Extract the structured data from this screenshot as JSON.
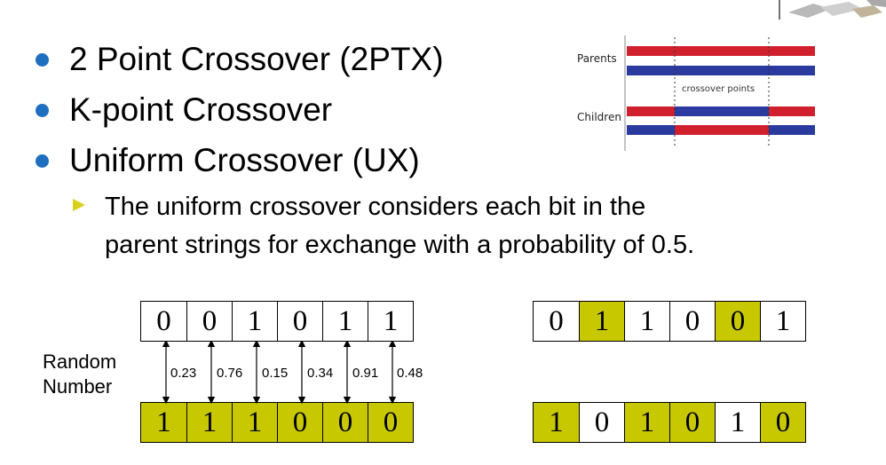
{
  "bullets": [
    {
      "text": "2 Point Crossover (2PTX)"
    },
    {
      "text": "K-point Crossover"
    },
    {
      "text": "Uniform Crossover (UX)"
    }
  ],
  "sub_bullet": {
    "line1": "The uniform crossover considers each bit in the",
    "line2": "parent strings for exchange with a probability of 0.5."
  },
  "diagram": {
    "parents_label": "Parents",
    "children_label": "Children",
    "crossover_label": "crossover points",
    "colors": {
      "red": "#d0202e",
      "blue": "#2b3a9e"
    }
  },
  "random_label": {
    "line1": "Random",
    "line2": "Number"
  },
  "random_numbers": [
    "0.23",
    "0.76",
    "0.15",
    "0.34",
    "0.91",
    "0.48"
  ],
  "colors": {
    "highlight": "#c8c800",
    "bullet": "#1e6fc0",
    "arrow": "#d8d01b"
  },
  "parent1_bits": [
    {
      "v": "0",
      "hl": false
    },
    {
      "v": "0",
      "hl": false
    },
    {
      "v": "1",
      "hl": false
    },
    {
      "v": "0",
      "hl": false
    },
    {
      "v": "1",
      "hl": false
    },
    {
      "v": "1",
      "hl": false
    }
  ],
  "parent2_bits": [
    {
      "v": "1",
      "hl": true
    },
    {
      "v": "1",
      "hl": true
    },
    {
      "v": "1",
      "hl": true
    },
    {
      "v": "0",
      "hl": true
    },
    {
      "v": "0",
      "hl": true
    },
    {
      "v": "0",
      "hl": true
    }
  ],
  "child1_bits": [
    {
      "v": "0",
      "hl": false
    },
    {
      "v": "1",
      "hl": true
    },
    {
      "v": "1",
      "hl": false
    },
    {
      "v": "0",
      "hl": false
    },
    {
      "v": "0",
      "hl": true
    },
    {
      "v": "1",
      "hl": false
    }
  ],
  "child2_bits": [
    {
      "v": "1",
      "hl": true
    },
    {
      "v": "0",
      "hl": false
    },
    {
      "v": "1",
      "hl": true
    },
    {
      "v": "0",
      "hl": true
    },
    {
      "v": "1",
      "hl": false
    },
    {
      "v": "0",
      "hl": true
    }
  ]
}
